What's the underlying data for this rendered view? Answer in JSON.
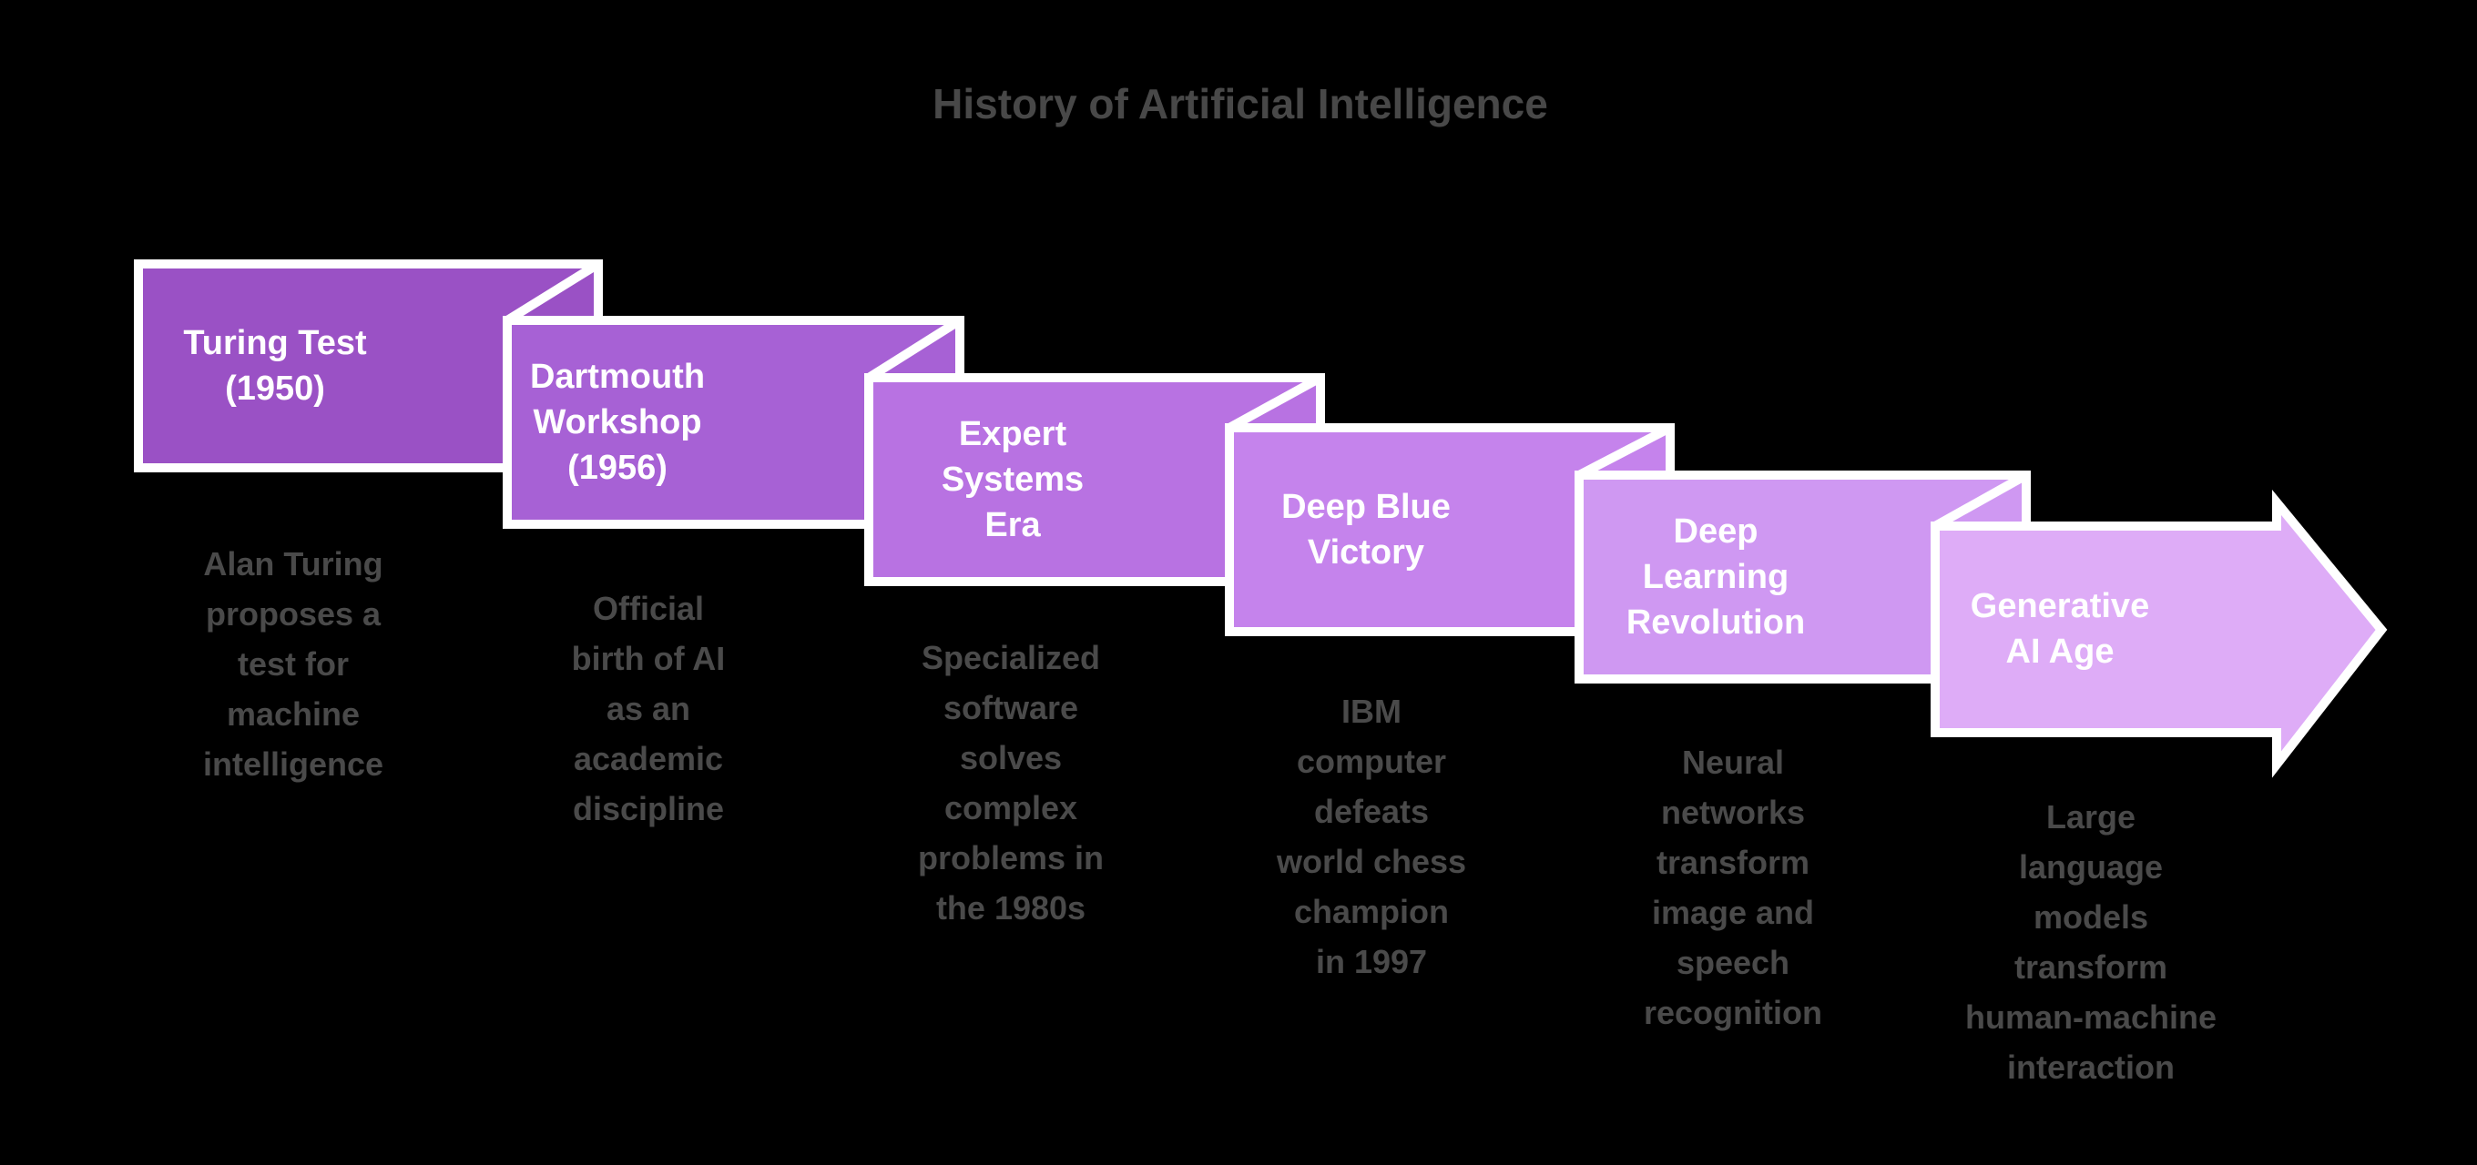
{
  "title": "History of Artificial Intelligence",
  "colors": {
    "background": "#000000",
    "border": "#ffffff",
    "title_text": "#484848",
    "description_text": "#4a4a4a",
    "step_label_text": "#ffffff"
  },
  "steps": [
    {
      "label": "Turing Test (1950)",
      "label_lines": [
        "Turing Test",
        "(1950)"
      ],
      "description": "Alan Turing proposes a test for machine intelligence",
      "desc_lines": [
        "Alan Turing",
        "proposes a",
        "test for",
        "machine",
        "intelligence"
      ],
      "fill": "#9a51c5"
    },
    {
      "label": "Dartmouth Workshop (1956)",
      "label_lines": [
        "Dartmouth",
        "Workshop",
        "(1956)"
      ],
      "description": "Official birth of AI as an academic discipline",
      "desc_lines": [
        "Official",
        "birth of AI",
        "as an",
        "academic",
        "discipline"
      ],
      "fill": "#a761d5"
    },
    {
      "label": "Expert Systems Era",
      "label_lines": [
        "Expert",
        "Systems",
        "Era"
      ],
      "description": "Specialized software solves complex problems in the 1980s",
      "desc_lines": [
        "Specialized",
        "software",
        "solves",
        "complex",
        "problems in",
        "the 1980s"
      ],
      "fill": "#b872e2"
    },
    {
      "label": "Deep Blue Victory",
      "label_lines": [
        "Deep Blue",
        "Victory"
      ],
      "description": "IBM computer defeats world chess champion in 1997",
      "desc_lines": [
        "IBM",
        "computer",
        "defeats",
        "world chess",
        "champion",
        "in 1997"
      ],
      "fill": "#c583ec"
    },
    {
      "label": "Deep Learning Revolution",
      "label_lines": [
        "Deep",
        "Learning",
        "Revolution"
      ],
      "description": "Neural networks transform image and speech recognition",
      "desc_lines": [
        "Neural",
        "networks",
        "transform",
        "image and",
        "speech",
        "recognition"
      ],
      "fill": "#cf98f2"
    },
    {
      "label": "Generative AI Age",
      "label_lines": [
        "Generative",
        "AI Age"
      ],
      "description": "Large language models transform human-machine interaction",
      "desc_lines": [
        "Large",
        "language",
        "models",
        "transform",
        "human-machine",
        "interaction"
      ],
      "fill": "#deacf7"
    }
  ]
}
